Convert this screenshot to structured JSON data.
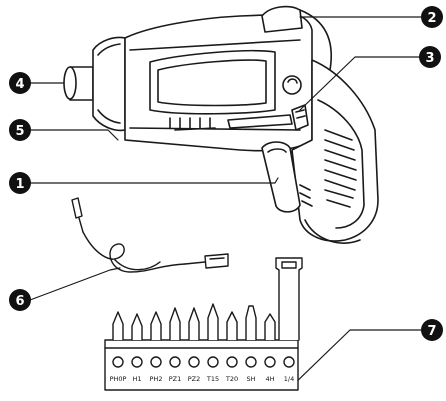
{
  "callouts": [
    {
      "number": "1"
    },
    {
      "number": "2"
    },
    {
      "number": "3"
    },
    {
      "number": "4"
    },
    {
      "number": "5"
    },
    {
      "number": "6"
    },
    {
      "number": "7"
    }
  ],
  "bit_labels": [
    "PH0P",
    "H1",
    "PH2",
    "PZ1",
    "PZ2",
    "T15",
    "T20",
    "SH",
    "4H",
    "1/4"
  ],
  "colors": {
    "line": "#1a1a1a",
    "fill": "#ffffff",
    "callout": "#111111"
  }
}
